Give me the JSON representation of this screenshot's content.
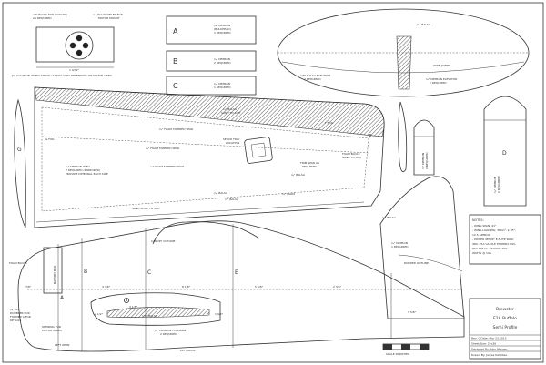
{
  "title_block": {
    "title_lines": [
      "Brewster",
      "F2A Buffalo",
      "Semi Profile"
    ],
    "rev_date": "Rev: C  Date: Mar 23,2013",
    "sheet_size": "Sheet Size: 24x36",
    "designed_by": "Designed By: John Morgan",
    "drawn_by": "Drawn By: James Kaltzbas"
  },
  "notes": {
    "heading": "NOTES:",
    "lines": [
      "- WING SPAN: 41\"",
      "- WING LOADING: 380in², 2.7ft²,",
      "  12.5 APPROX",
      "- POWER SETUP: E-FLITE PARK",
      "  480, 25A CASTLE PHOENIX ESC,",
      "  APC 10x7E, 3S-2200, 200",
      "  WATTS @ 19A"
    ]
  },
  "motor_mount": {
    "air_holes": "AIR HOLES FOR COOLING",
    "as_required": "AS REQUIRED",
    "ply_doubler": "¼\" PLY DOUBLER FOR",
    "motor_mount": "MOTOR MOUNT",
    "dim": "1 9/32\"",
    "bulkhead_note": "(*) LOCATION OF BULKHEAD \"A\" MAY VARY DEPENDING ON MOTOR USED"
  },
  "parts": {
    "part_a": {
      "letter": "A",
      "lines": [
        "¼\" DEPRON",
        "(BULKHEAD)",
        "1 REQUIRED"
      ]
    },
    "part_b": {
      "letter": "B",
      "lines": [
        "¼\" DEPRON",
        "2 REQUIRED"
      ]
    },
    "part_c": {
      "letter": "C",
      "lines": [
        "¼\" DEPRON",
        "1 REQUIRED"
      ]
    }
  },
  "stab": {
    "balsa_top": "¼\" BALSA",
    "wire_joiner": "WIRE JOINER",
    "depron_elevator": [
      "¼\" DEPRON ELEVATOR",
      "2 REQUIRED"
    ],
    "balsa_elevator": [
      "1/8\" BALSA ELEVATOR",
      "2 REQUIRED"
    ]
  },
  "wing": {
    "letter_g": "G",
    "letter_f": "F",
    "g_foil": "G FOIL",
    "f_foil": "F FOIL",
    "balsa_sand": [
      "¼\" BALSA",
      "SAND TO SUIT"
    ],
    "foam_spar_1": "¼\" FOAM TAPERED SPAR",
    "foam_spar_2": "¼\" FOAM TAPERED SPAR",
    "foam_spar_3": "¼\" FOAM TAPERED SPAR",
    "servo_tray": [
      "SERVO TRAY",
      "LOCATION"
    ],
    "trim_spar": [
      "TRIM SPAR AS",
      "REQUIRED"
    ],
    "depron_wing": [
      "¼\" DEPRON WING",
      "2 REQUIRED (MIRRORED)",
      "PROVIDE DIHEDRAL EACH SIDE"
    ],
    "foam_block": [
      "FOAM BLOCK",
      "SAND TO SUIT"
    ],
    "sand_edge": "SAND EDGE TO SUIT",
    "balsa_small_1": "¼\" BALSA",
    "balsa_small_2": "¼\" BALSA",
    "balsa_small_3": "¼\" BALSA",
    "foam_label": "¼\" FOAM"
  },
  "ailerons": {
    "letter_d": "D",
    "part_e": [
      "¼\" DEPRON",
      "2 REQUIRED"
    ],
    "part_d": [
      "¼\" DEPRON",
      "2 REQUIRED"
    ]
  },
  "fin": {
    "balsa_label": "¼\" BALSA",
    "depron_rudder": [
      "¼\" DEPRON",
      "1 REQUIRED"
    ],
    "rudder_outline": "RUDDER OUTLINE"
  },
  "fuselage": {
    "canopy_outline": "CANOPY OUTLINE",
    "foam_block": "FOAM BLOCK",
    "battery_box": "BATTERY BOX",
    "doubler_note": [
      "¼\" PLY",
      "DOUBLER FOR",
      "FORMER A FOR",
      "DETAILS"
    ],
    "opening_wires": [
      "OPENING FOR",
      "MOTOR WIRES"
    ],
    "left_open": "LEFT OPEN",
    "depron_fuselage": [
      "¼\" DEPRON FUSELAGE",
      "2 REQUIRED"
    ],
    "left_open_2": "LEFT OPEN",
    "balsa_sticks": "1/8\" BALSA",
    "scale_label": "SCALE IN INCHES",
    "station_a": "A",
    "station_b": "B",
    "station_c": "C",
    "station_e": "E",
    "dims": {
      "d1": "7/8\"",
      "d2": "4 3/8\"",
      "d3": "8 1/8\"",
      "d4": "5 5/8\"",
      "d5": "2 3/8\"",
      "d6": "1 5/8\"",
      "d7": "3 1/8\"",
      "d8": "2 1/2\"",
      "d9": "1 3/4\""
    }
  }
}
